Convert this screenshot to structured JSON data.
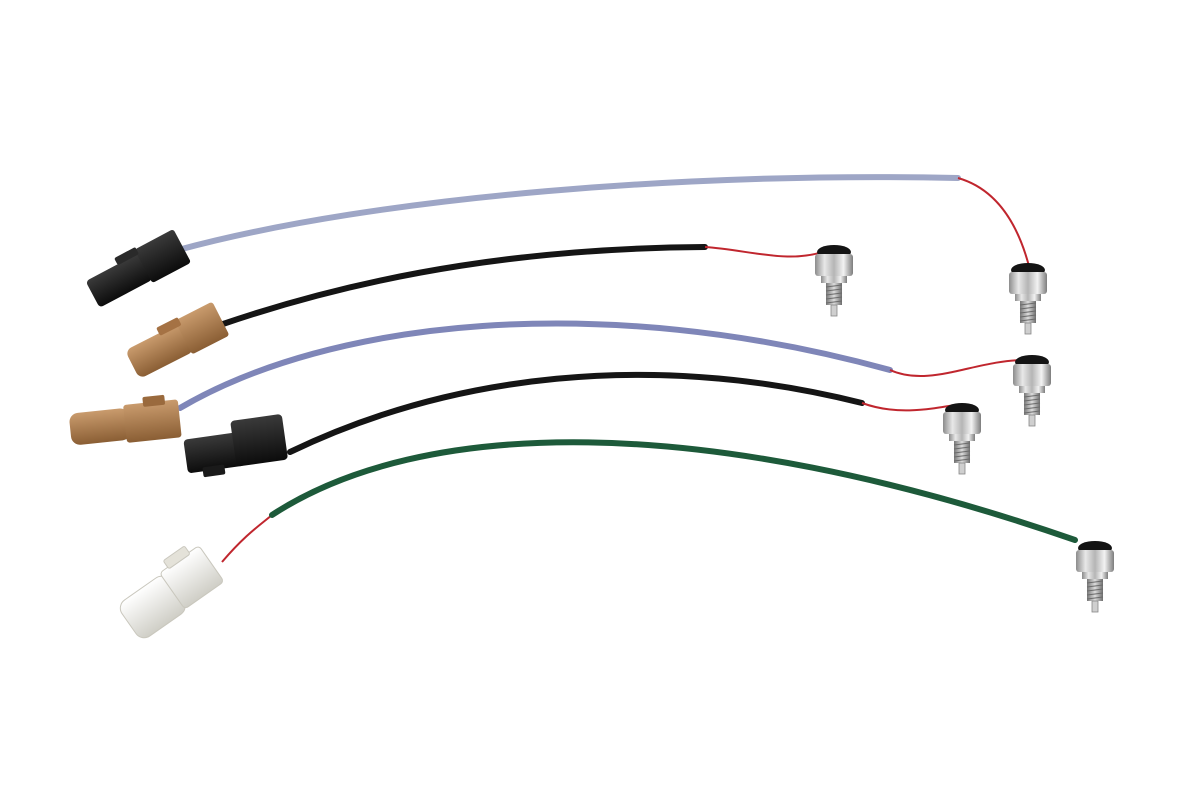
{
  "image": {
    "background": "#ffffff",
    "subject": "sensor-harness-set",
    "items": [
      {
        "name": "harness-1",
        "wire_color": "#9ea6c6",
        "lead_color": "#c0262e",
        "connector_color": "#1b1b1b",
        "connector_icon": "black-connector-icon",
        "sensor_icon": "threaded-switch-icon"
      },
      {
        "name": "harness-2",
        "wire_color": "#151515",
        "lead_color": "#c0262e",
        "connector_color": "#b07f50",
        "connector_icon": "tan-connector-icon",
        "sensor_icon": "threaded-switch-icon"
      },
      {
        "name": "harness-3",
        "wire_color": "#7f86b8",
        "lead_color": "#c0262e",
        "connector_color": "#a77846",
        "connector_icon": "tan-connector-icon",
        "sensor_icon": "threaded-switch-icon"
      },
      {
        "name": "harness-4",
        "wire_color": "#151515",
        "lead_color": "#c0262e",
        "connector_color": "#1c1c1c",
        "connector_icon": "black-connector-icon",
        "sensor_icon": "threaded-switch-icon"
      },
      {
        "name": "harness-5",
        "wire_color": "#1d5a3a",
        "lead_color": "#c0262e",
        "connector_color": "#ecebe4",
        "connector_icon": "white-connector-icon",
        "sensor_icon": "threaded-switch-icon"
      }
    ]
  }
}
